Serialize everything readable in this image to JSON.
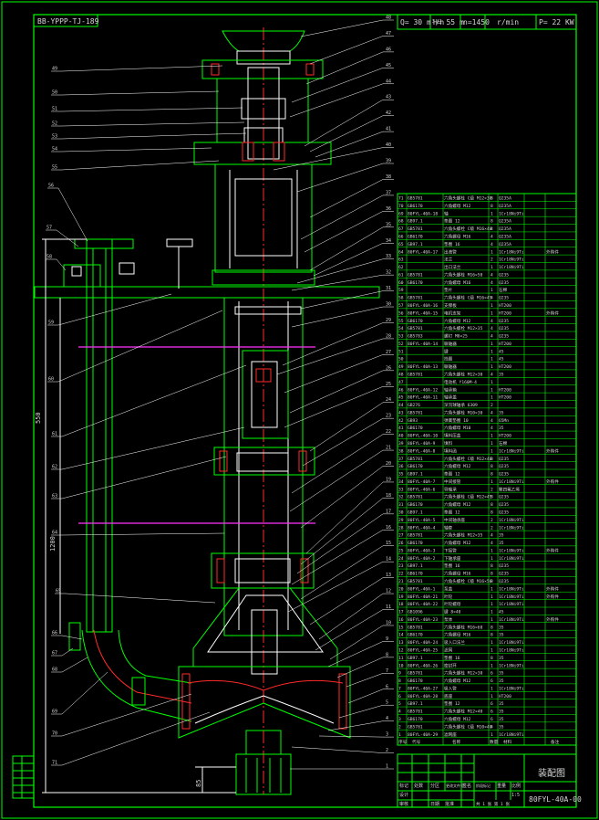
{
  "drawing": {
    "code_stamp": "BB-YPPP-TJ-189",
    "params": {
      "q_label": "Q=",
      "q_value": "30",
      "q_unit": "m³/h",
      "h_label": "H=",
      "h_value": "55",
      "h_unit": "m",
      "n_label": "n=",
      "n_value": "1450",
      "n_unit": "r/min",
      "p_label": "P=",
      "p_value": "22",
      "p_unit": "KW"
    },
    "dim_main": "550",
    "dim_mid": "1200",
    "dim_low": "85"
  },
  "balloons_right": [
    "48",
    "47",
    "46",
    "45",
    "44",
    "43",
    "42",
    "41",
    "40",
    "39",
    "38",
    "37",
    "36",
    "35",
    "34",
    "33",
    "32",
    "31",
    "30",
    "29",
    "28",
    "27",
    "26",
    "25",
    "24",
    "23",
    "22",
    "21",
    "20",
    "19",
    "18",
    "17",
    "16",
    "15",
    "14",
    "13",
    "12",
    "11",
    "10",
    "9",
    "8",
    "7",
    "6",
    "5",
    "4",
    "3",
    "2",
    "1"
  ],
  "balloons_left": [
    "49",
    "50",
    "51",
    "52",
    "53",
    "54",
    "55",
    "56",
    "57",
    "58",
    "59",
    "60",
    "61",
    "62",
    "63",
    "64",
    "65",
    "66",
    "67",
    "68",
    "69",
    "70",
    "71"
  ],
  "bom": {
    "rows": [
      {
        "no": "71",
        "code": "GB5781",
        "name": "六角头螺栓 C级 M12×30",
        "qty": "8",
        "mat": "Q235A",
        "note": ""
      },
      {
        "no": "70",
        "code": "GB6170",
        "name": "六角螺母 M12",
        "qty": "8",
        "mat": "Q235A",
        "note": ""
      },
      {
        "no": "69",
        "code": "80FYL-40A-18",
        "name": "轴",
        "qty": "1",
        "mat": "1Cr18Ni9Ti",
        "note": ""
      },
      {
        "no": "68",
        "code": "GB97.1",
        "name": "垫圈 12",
        "qty": "8",
        "mat": "Q235A",
        "note": ""
      },
      {
        "no": "67",
        "code": "GB5781",
        "name": "六角头螺栓 C级 M16×40",
        "qty": "4",
        "mat": "Q235A",
        "note": ""
      },
      {
        "no": "66",
        "code": "GB6170",
        "name": "六角螺母 M16",
        "qty": "4",
        "mat": "Q235A",
        "note": ""
      },
      {
        "no": "65",
        "code": "GB97.1",
        "name": "垫圈 16",
        "qty": "4",
        "mat": "Q235A",
        "note": ""
      },
      {
        "no": "64",
        "code": "80FYL-40A-17",
        "name": "出液管",
        "qty": "1",
        "mat": "1Cr18Ni9Ti",
        "note": "外购件"
      },
      {
        "no": "63",
        "code": "",
        "name": "法兰",
        "qty": "2",
        "mat": "1Cr18Ni9Ti",
        "note": ""
      },
      {
        "no": "62",
        "code": "",
        "name": "出口法兰",
        "qty": "1",
        "mat": "1Cr18Ni9Ti",
        "note": ""
      },
      {
        "no": "61",
        "code": "GB5781",
        "name": "六角头螺栓 M16×50",
        "qty": "4",
        "mat": "Q235",
        "note": ""
      },
      {
        "no": "60",
        "code": "GB6170",
        "name": "六角螺母 M16",
        "qty": "4",
        "mat": "Q235",
        "note": ""
      },
      {
        "no": "59",
        "code": "",
        "name": "垫片",
        "qty": "1",
        "mat": "石棉",
        "note": ""
      },
      {
        "no": "58",
        "code": "GB5781",
        "name": "六角头螺栓 C级 M16×45",
        "qty": "4",
        "mat": "Q235",
        "note": ""
      },
      {
        "no": "57",
        "code": "80FYL-40A-16",
        "name": "支撑板",
        "qty": "1",
        "mat": "HT200",
        "note": ""
      },
      {
        "no": "56",
        "code": "80FYL-40A-15",
        "name": "电机支架",
        "qty": "1",
        "mat": "HT200",
        "note": "外购件"
      },
      {
        "no": "55",
        "code": "GB6170",
        "name": "六角螺母 M12",
        "qty": "4",
        "mat": "Q235",
        "note": ""
      },
      {
        "no": "54",
        "code": "GB5781",
        "name": "六角头螺栓 M12×35",
        "qty": "4",
        "mat": "Q235",
        "note": ""
      },
      {
        "no": "53",
        "code": "GB5783",
        "name": "螺钉 M8×25",
        "qty": "4",
        "mat": "Q235",
        "note": ""
      },
      {
        "no": "52",
        "code": "80FYL-40A-14",
        "name": "联轴器",
        "qty": "1",
        "mat": "HT200",
        "note": ""
      },
      {
        "no": "51",
        "code": "",
        "name": "键",
        "qty": "1",
        "mat": "45",
        "note": ""
      },
      {
        "no": "50",
        "code": "",
        "name": "挡圈",
        "qty": "1",
        "mat": "45",
        "note": ""
      },
      {
        "no": "49",
        "code": "80FYL-40A-13",
        "name": "联轴器",
        "qty": "1",
        "mat": "HT200",
        "note": ""
      },
      {
        "no": "48",
        "code": "GB5781",
        "name": "六角头螺栓 M12×30",
        "qty": "4",
        "mat": "35",
        "note": ""
      },
      {
        "no": "47",
        "code": "",
        "name": "电动机 Y160M-4",
        "qty": "1",
        "mat": "",
        "note": ""
      },
      {
        "no": "46",
        "code": "80FYL-40A-12",
        "name": "轴承箱",
        "qty": "1",
        "mat": "HT200",
        "note": ""
      },
      {
        "no": "45",
        "code": "80FYL-40A-11",
        "name": "轴承盖",
        "qty": "1",
        "mat": "HT200",
        "note": ""
      },
      {
        "no": "44",
        "code": "GB276",
        "name": "深沟球轴承 6309",
        "qty": "2",
        "mat": "",
        "note": ""
      },
      {
        "no": "43",
        "code": "GB5781",
        "name": "六角头螺栓 M10×30",
        "qty": "4",
        "mat": "35",
        "note": ""
      },
      {
        "no": "42",
        "code": "GB93",
        "name": "弹簧垫圈 10",
        "qty": "4",
        "mat": "65Mn",
        "note": ""
      },
      {
        "no": "41",
        "code": "GB6170",
        "name": "六角螺母 M10",
        "qty": "4",
        "mat": "35",
        "note": ""
      },
      {
        "no": "40",
        "code": "80FYL-40A-10",
        "name": "填料压盖",
        "qty": "1",
        "mat": "HT200",
        "note": ""
      },
      {
        "no": "39",
        "code": "80FYL-40A-9",
        "name": "填料",
        "qty": "1",
        "mat": "石棉",
        "note": ""
      },
      {
        "no": "38",
        "code": "80FYL-40A-8",
        "name": "填料函",
        "qty": "1",
        "mat": "1Cr18Ni9Ti",
        "note": "外购件"
      },
      {
        "no": "37",
        "code": "GB5781",
        "name": "六角头螺栓 C级 M12×40",
        "qty": "8",
        "mat": "Q235",
        "note": ""
      },
      {
        "no": "36",
        "code": "GB6170",
        "name": "六角螺母 M12",
        "qty": "8",
        "mat": "Q235",
        "note": ""
      },
      {
        "no": "35",
        "code": "GB97.1",
        "name": "垫圈 12",
        "qty": "8",
        "mat": "Q235",
        "note": ""
      },
      {
        "no": "34",
        "code": "80FYL-40A-7",
        "name": "中间接管",
        "qty": "1",
        "mat": "1Cr18Ni9Ti",
        "note": "外购件"
      },
      {
        "no": "33",
        "code": "80FYL-40A-6",
        "name": "导轴承",
        "qty": "2",
        "mat": "聚四氟乙烯",
        "note": ""
      },
      {
        "no": "32",
        "code": "GB5781",
        "name": "六角头螺栓 C级 M12×45",
        "qty": "8",
        "mat": "Q235",
        "note": ""
      },
      {
        "no": "31",
        "code": "GB6170",
        "name": "六角螺母 M12",
        "qty": "8",
        "mat": "Q235",
        "note": ""
      },
      {
        "no": "30",
        "code": "GB97.1",
        "name": "垫圈 12",
        "qty": "8",
        "mat": "Q235",
        "note": ""
      },
      {
        "no": "29",
        "code": "80FYL-40A-5",
        "name": "中间轴承座",
        "qty": "2",
        "mat": "1Cr18Ni9Ti",
        "note": ""
      },
      {
        "no": "28",
        "code": "80FYL-40A-4",
        "name": "轴套",
        "qty": "2",
        "mat": "1Cr18Ni9Ti",
        "note": ""
      },
      {
        "no": "27",
        "code": "GB5781",
        "name": "六角头螺栓 M12×35",
        "qty": "4",
        "mat": "35",
        "note": ""
      },
      {
        "no": "26",
        "code": "GB6170",
        "name": "六角螺母 M12",
        "qty": "4",
        "mat": "35",
        "note": ""
      },
      {
        "no": "25",
        "code": "80FYL-40A-3",
        "name": "下接管",
        "qty": "1",
        "mat": "1Cr18Ni9Ti",
        "note": "外购件"
      },
      {
        "no": "24",
        "code": "80FYL-40A-2",
        "name": "下轴承座",
        "qty": "1",
        "mat": "1Cr18Ni9Ti",
        "note": ""
      },
      {
        "no": "23",
        "code": "GB97.1",
        "name": "垫圈 16",
        "qty": "8",
        "mat": "Q235",
        "note": ""
      },
      {
        "no": "22",
        "code": "GB6170",
        "name": "六角螺母 M16",
        "qty": "8",
        "mat": "Q235",
        "note": ""
      },
      {
        "no": "21",
        "code": "GB5781",
        "name": "六角头螺栓 C级 M16×50",
        "qty": "8",
        "mat": "Q235",
        "note": ""
      },
      {
        "no": "20",
        "code": "80FYL-40A-1",
        "name": "泵盖",
        "qty": "1",
        "mat": "1Cr18Ni9Ti",
        "note": "外购件"
      },
      {
        "no": "19",
        "code": "80FYL-40A-21",
        "name": "叶轮",
        "qty": "1",
        "mat": "1Cr18Ni9Ti",
        "note": "外购件"
      },
      {
        "no": "18",
        "code": "80FYL-40A-22",
        "name": "叶轮螺母",
        "qty": "1",
        "mat": "1Cr18Ni9Ti",
        "note": ""
      },
      {
        "no": "17",
        "code": "GB1096",
        "name": "键 8×40",
        "qty": "1",
        "mat": "45",
        "note": ""
      },
      {
        "no": "16",
        "code": "80FYL-40A-23",
        "name": "泵体",
        "qty": "1",
        "mat": "1Cr18Ni9Ti",
        "note": "外购件"
      },
      {
        "no": "15",
        "code": "GB5781",
        "name": "六角头螺栓 M16×60",
        "qty": "8",
        "mat": "35",
        "note": ""
      },
      {
        "no": "14",
        "code": "GB6170",
        "name": "六角螺母 M16",
        "qty": "8",
        "mat": "35",
        "note": ""
      },
      {
        "no": "13",
        "code": "80FYL-40A-24",
        "name": "吸入口法兰",
        "qty": "1",
        "mat": "1Cr18Ni9Ti",
        "note": ""
      },
      {
        "no": "12",
        "code": "80FYL-40A-25",
        "name": "滤网",
        "qty": "1",
        "mat": "1Cr18Ni9Ti",
        "note": ""
      },
      {
        "no": "11",
        "code": "GB97.1",
        "name": "垫圈 16",
        "qty": "8",
        "mat": "35",
        "note": ""
      },
      {
        "no": "10",
        "code": "80FYL-40A-26",
        "name": "密封环",
        "qty": "1",
        "mat": "1Cr18Ni9Ti",
        "note": ""
      },
      {
        "no": "9",
        "code": "GB5781",
        "name": "六角头螺栓 M12×30",
        "qty": "6",
        "mat": "35",
        "note": ""
      },
      {
        "no": "8",
        "code": "GB6170",
        "name": "六角螺母 M12",
        "qty": "6",
        "mat": "35",
        "note": ""
      },
      {
        "no": "7",
        "code": "80FYL-40A-27",
        "name": "吸入管",
        "qty": "1",
        "mat": "1Cr18Ni9Ti",
        "note": ""
      },
      {
        "no": "6",
        "code": "80FYL-40A-28",
        "name": "底座",
        "qty": "1",
        "mat": "HT200",
        "note": ""
      },
      {
        "no": "5",
        "code": "GB97.1",
        "name": "垫圈 12",
        "qty": "6",
        "mat": "35",
        "note": ""
      },
      {
        "no": "4",
        "code": "GB5781",
        "name": "六角头螺栓 M12×40",
        "qty": "6",
        "mat": "35",
        "note": ""
      },
      {
        "no": "3",
        "code": "GB6170",
        "name": "六角螺母 M12",
        "qty": "6",
        "mat": "35",
        "note": ""
      },
      {
        "no": "2",
        "code": "GB5781",
        "name": "六角头螺栓 C级 M10×40",
        "qty": "4",
        "mat": "35",
        "note": ""
      },
      {
        "no": "1",
        "code": "80FYL-40A-29",
        "name": "滤网座",
        "qty": "1",
        "mat": "1Cr18Ni9Ti",
        "note": ""
      }
    ],
    "header": {
      "no": "序号",
      "code": "代号",
      "name": "名称",
      "qty": "数量",
      "mat": "材料",
      "note": "备注"
    }
  },
  "title_block": {
    "title": "装配图",
    "drawing_no": "80FYL-40A-00",
    "scale_label": "比例",
    "scale": "1:5",
    "sheet_label": "共 1 张  第 1 张",
    "designer_label": "设计",
    "checker_label": "审核",
    "approve_label": "批准",
    "date_label": "日期",
    "mark_label": "标记",
    "count_label": "处数",
    "zone_label": "分区",
    "change_label": "更改文件号",
    "sign_label": "签名",
    "stage_label": "阶段标记",
    "weight_label": "重量"
  },
  "colors": {
    "frame": "#00ff00",
    "outline": "#ffffff",
    "axis": "#ff2a2a",
    "magenta": "#ff33ff",
    "text": "#d8d8d8",
    "background": "#000000"
  }
}
